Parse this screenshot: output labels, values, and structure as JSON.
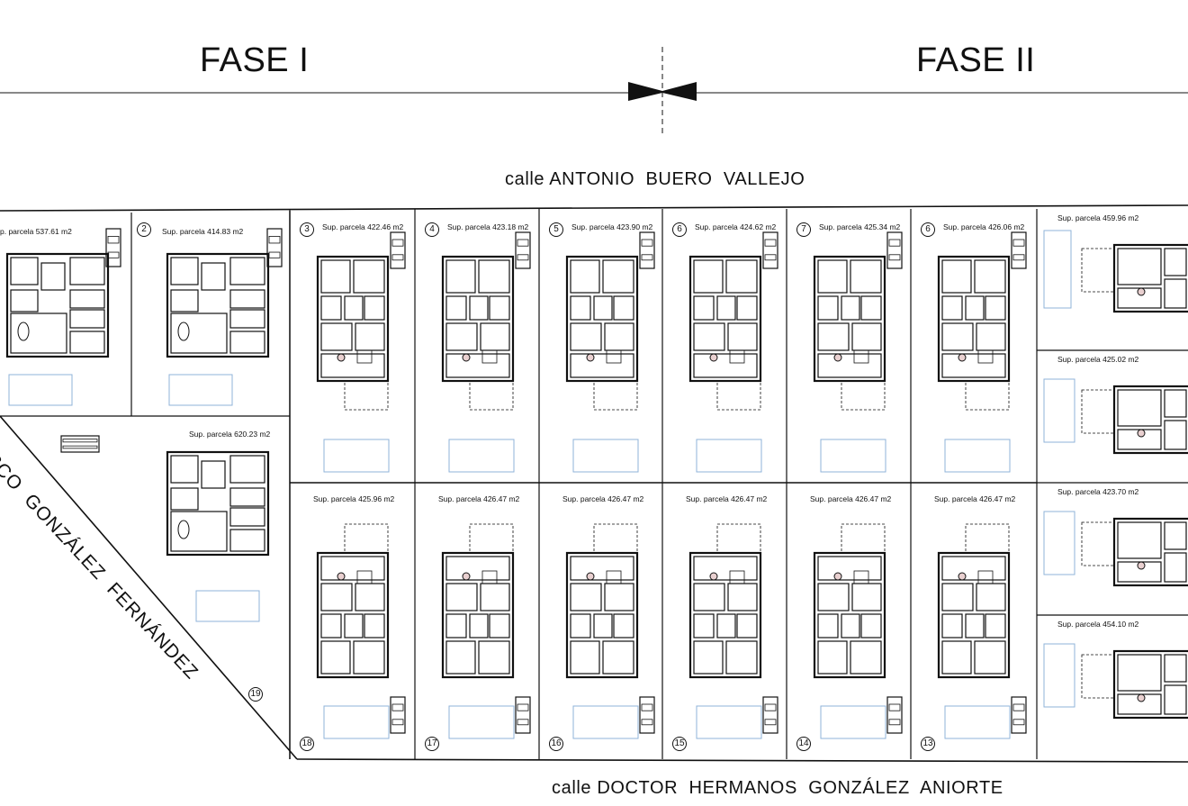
{
  "header": {
    "phase_left": "FASE I",
    "phase_right": "FASE II"
  },
  "streets": {
    "top_prefix": "calle",
    "top_name": "ANTONIO  BUERO  VALLEJO",
    "bottom_prefix": "calle",
    "bottom_name": "DOCTOR  HERMANOS  GONZÁLEZ  ANIORTE",
    "diagonal": "NCISCO  GONZÁLEZ  FERNÁNDEZ"
  },
  "parcels_left": [
    {
      "id": "p1",
      "number": "",
      "area": "p. parcela 537.61 m2"
    },
    {
      "id": "p2",
      "number": "2",
      "area": "Sup. parcela 414.83 m2"
    },
    {
      "id": "p19",
      "number": "19",
      "area": "Sup. parcela 620.23 m2"
    }
  ],
  "parcels_top": [
    {
      "id": "p3",
      "number": "3",
      "area": "Sup. parcela 422.46 m2"
    },
    {
      "id": "p4",
      "number": "4",
      "area": "Sup. parcela 423.18 m2"
    },
    {
      "id": "p5",
      "number": "5",
      "area": "Sup. parcela 423.90 m2"
    },
    {
      "id": "p6",
      "number": "6",
      "area": "Sup. parcela 424.62 m2"
    },
    {
      "id": "p7",
      "number": "7",
      "area": "Sup. parcela 425.34 m2"
    },
    {
      "id": "p8",
      "number": "6",
      "area": "Sup. parcela 426.06 m2"
    }
  ],
  "parcels_bottom": [
    {
      "id": "p18",
      "number": "18",
      "area": "Sup. parcela 425.96 m2"
    },
    {
      "id": "p17",
      "number": "17",
      "area": "Sup. parcela 426.47 m2"
    },
    {
      "id": "p16",
      "number": "16",
      "area": "Sup. parcela 426.47 m2"
    },
    {
      "id": "p15",
      "number": "15",
      "area": "Sup. parcela 426.47 m2"
    },
    {
      "id": "p14",
      "number": "14",
      "area": "Sup. parcela 426.47 m2"
    },
    {
      "id": "p13",
      "number": "13",
      "area": "Sup. parcela 426.47 m2"
    }
  ],
  "parcels_right": [
    {
      "id": "p9",
      "area": "Sup. parcela 459.96 m2"
    },
    {
      "id": "p10",
      "area": "Sup. parcela 425.02 m2"
    },
    {
      "id": "p11",
      "area": "Sup. parcela 423.70 m2"
    },
    {
      "id": "p12",
      "area": "Sup. parcela 454.10 m2"
    }
  ],
  "colors": {
    "ink": "#111111",
    "pool_outline": "#8fb3d9",
    "paper": "#ffffff"
  },
  "icons": [
    "car-icon",
    "pool-outline",
    "house-floorplan",
    "phase-divider-marker"
  ]
}
